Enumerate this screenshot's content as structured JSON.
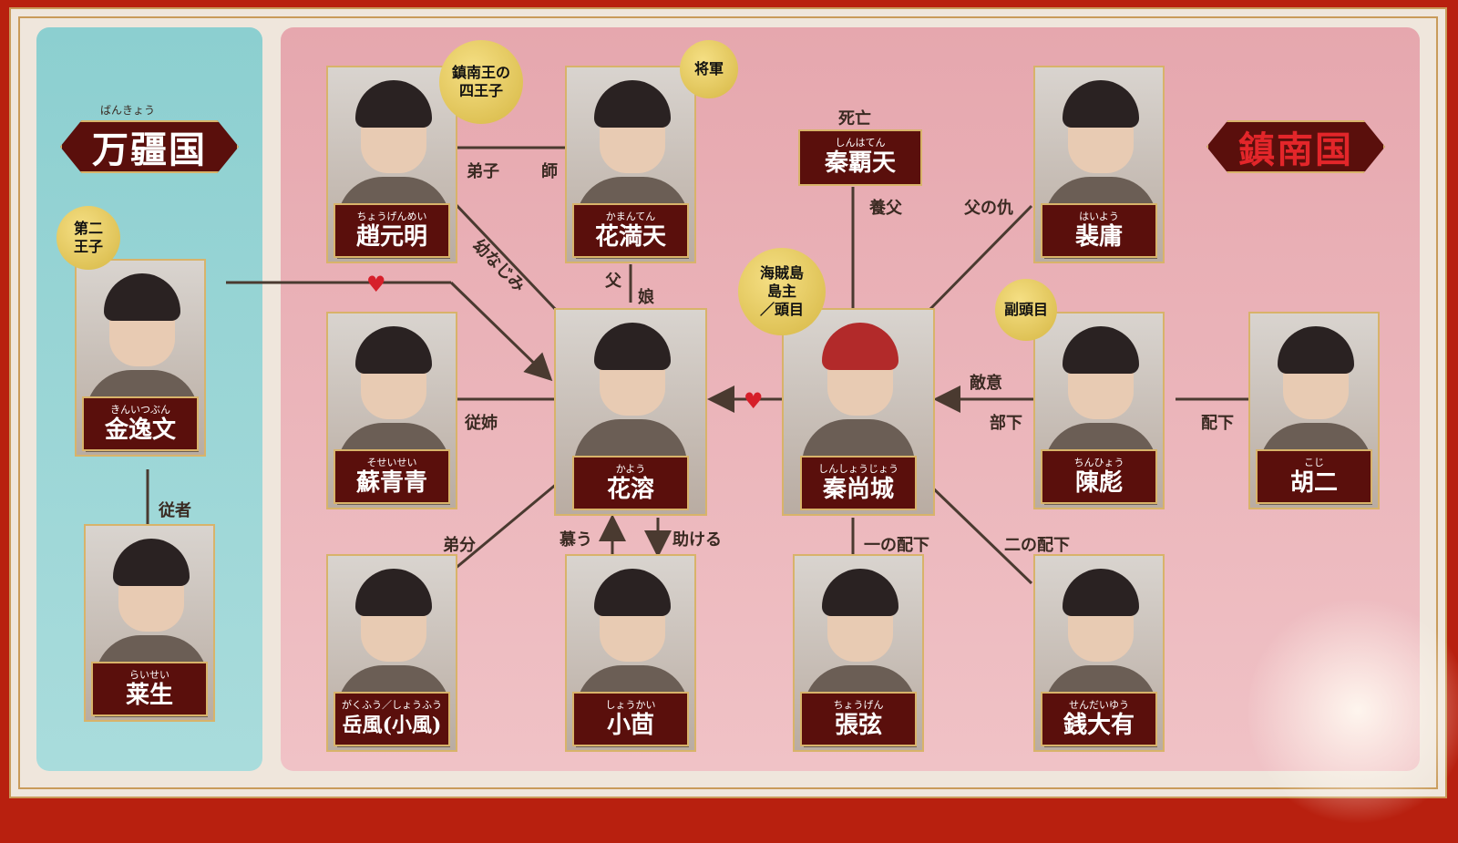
{
  "nations": {
    "left": {
      "name": "万疆国",
      "ruby": "ばんきょう"
    },
    "right": {
      "name": "鎮南国"
    }
  },
  "characters": {
    "zhao_yuanming": {
      "ruby": "ちょうげんめい",
      "name": "趙元明"
    },
    "hua_mantian": {
      "ruby": "かまんてん",
      "name": "花満天"
    },
    "qin_batian": {
      "ruby": "しんはてん",
      "name": "秦覇天"
    },
    "pei_yong": {
      "ruby": "はいよう",
      "name": "裴庸"
    },
    "jin_yiwen": {
      "ruby": "きんいつぶん",
      "name": "金逸文"
    },
    "su_qingqing": {
      "ruby": "そせいせい",
      "name": "蘇青青"
    },
    "hua_rong": {
      "ruby": "かよう",
      "name": "花溶"
    },
    "qin_shangcheng": {
      "ruby": "しんしょうじょう",
      "name": "秦尚城"
    },
    "chen_biao": {
      "ruby": "ちんひょう",
      "name": "陳彪"
    },
    "hu_er": {
      "ruby": "こじ",
      "name": "胡二"
    },
    "lai_sheng": {
      "ruby": "らいせい",
      "name": "莱生"
    },
    "yue_feng": {
      "ruby": "がくふう／しょうふう",
      "name": "岳風(小風)"
    },
    "xiao_hui": {
      "ruby": "しょうかい",
      "name": "小茴"
    },
    "zhang_xian": {
      "ruby": "ちょうげん",
      "name": "張弦"
    },
    "qian_dayou": {
      "ruby": "せんだいゆう",
      "name": "銭大有"
    }
  },
  "badges": {
    "zhao_yuanming": "鎮南王の\n四王子",
    "hua_mantian": "将軍",
    "jin_yiwen": "第二\n王子",
    "qin_shangcheng": "海賊島\n島主\n／頭目",
    "chen_biao": "副頭目"
  },
  "relations": {
    "disciple": "弟子",
    "master": "師",
    "childhood_friend": "幼なじみ",
    "father": "父",
    "daughter": "娘",
    "deceased": "死亡",
    "foster_father": "養父",
    "father_enemy": "父の仇",
    "cousin": "従姉",
    "hostility": "敵意",
    "subordinate": "部下",
    "underling": "配下",
    "attendant": "従者",
    "younger_brother": "弟分",
    "admire": "慕う",
    "help": "助ける",
    "first_underling": "一の配下",
    "second_underling": "二の配下"
  },
  "colors": {
    "frame_red": "#b8200f",
    "plate": "#5a0f0c",
    "gold": "#d8b36a",
    "heart": "#d61f2a"
  }
}
